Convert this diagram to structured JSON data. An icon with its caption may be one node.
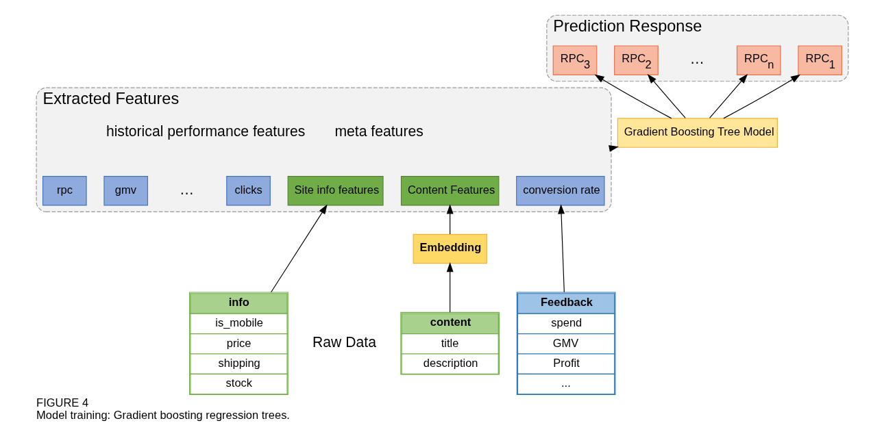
{
  "diagram": {
    "title": "FIGURE 4",
    "caption": "Model training: Gradient boosting regression trees.",
    "nodes": [
      {
        "text": [
          "Prediction Response"
        ]
      },
      {
        "text": [
          "RPC$_{1}$"
        ],
        "in": 0
      },
      {
        "text": [
          "RPC$_{2}$"
        ],
        "in": 0
      },
      {
        "text": [
          "RPC$_{3}$"
        ],
        "in": 0
      },
      {
        "text": [
          "RPC$_{n}$"
        ],
        "in": 0
      },
      {
        "text": [
          "Gradient Boosting Tree Model"
        ]
      },
      {
        "text": [
          "Extracted Features"
        ]
      },
      {
        "text": [
          "Site info features"
        ],
        "in": 6
      },
      {
        "text": [
          "Content Features"
        ],
        "in": 6
      },
      {
        "text": [
          "clicks"
        ],
        "in": 6
      },
      {
        "text": [
          "gmv"
        ],
        "in": 6
      },
      {
        "text": [
          "conversion rate"
        ],
        "in": 6
      },
      {
        "text": [
          "rpc"
        ],
        "in": 6
      },
      {
        "text": [
          "info",
          "is_mobile",
          "price",
          "shipping",
          "stock"
        ]
      },
      {
        "text": [
          "Embedding"
        ]
      },
      {
        "text": [
          "content",
          "title",
          "description"
        ]
      },
      {
        "text": [
          "Feedback",
          "spend",
          "GMV",
          "Profit",
          "..."
        ]
      }
    ],
    "edges": [
      {
        "from": 5,
        "to": 1,
        "arrow": "to"
      },
      {
        "from": 5,
        "to": 2,
        "arrow": "to"
      },
      {
        "from": 5,
        "to": 3,
        "arrow": "to"
      },
      {
        "from": 5,
        "to": 4,
        "arrow": "to"
      },
      {
        "from": 6,
        "to": 5,
        "arrow": "to"
      },
      {
        "from": 13,
        "to": 7,
        "arrow": "to"
      },
      {
        "from": 15,
        "to": 14,
        "arrow": "to"
      },
      {
        "from": 14,
        "to": 8,
        "arrow": "to"
      },
      {
        "from": 16,
        "to": 11,
        "arrow": "to"
      }
    ],
    "labels": [
      "…",
      "meta features",
      "historical performance features",
      "…",
      "Raw Data"
    ]
  }
}
